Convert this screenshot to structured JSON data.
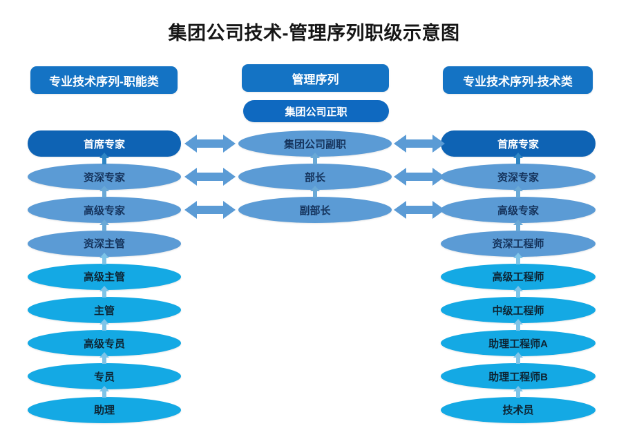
{
  "title": "集团公司技术-管理序列职级示意图",
  "colors": {
    "header_bar": "#1473c4",
    "top_pill": "#0f69c0",
    "node_dark": "#0e63b4",
    "node_mid": "#5b9bd5",
    "node_bright": "#14a9e4",
    "arrow": "#5b9bd5",
    "background": "#ffffff"
  },
  "columns": {
    "left": {
      "header": "专业技术序列-职能类",
      "nodes": [
        {
          "label": "首席专家",
          "shape": "pill",
          "tone": "dark"
        },
        {
          "label": "资深专家",
          "shape": "ellipse",
          "tone": "mid"
        },
        {
          "label": "高级专家",
          "shape": "ellipse",
          "tone": "mid"
        },
        {
          "label": "资深主管",
          "shape": "ellipse",
          "tone": "mid"
        },
        {
          "label": "高级主管",
          "shape": "ellipse",
          "tone": "bright"
        },
        {
          "label": "主管",
          "shape": "ellipse",
          "tone": "bright"
        },
        {
          "label": "高级专员",
          "shape": "ellipse",
          "tone": "bright"
        },
        {
          "label": "专员",
          "shape": "ellipse",
          "tone": "bright"
        },
        {
          "label": "助理",
          "shape": "ellipse",
          "tone": "bright"
        }
      ]
    },
    "center": {
      "header": "管理序列",
      "top_pill": "集团公司正职",
      "nodes": [
        {
          "label": "集团公司副职",
          "shape": "ellipse",
          "tone": "mid"
        },
        {
          "label": "部长",
          "shape": "ellipse",
          "tone": "mid"
        },
        {
          "label": "副部长",
          "shape": "ellipse",
          "tone": "mid"
        }
      ]
    },
    "right": {
      "header": "专业技术序列-技术类",
      "nodes": [
        {
          "label": "首席专家",
          "shape": "pill",
          "tone": "dark"
        },
        {
          "label": "资深专家",
          "shape": "ellipse",
          "tone": "mid"
        },
        {
          "label": "高级专家",
          "shape": "ellipse",
          "tone": "mid"
        },
        {
          "label": "资深工程师",
          "shape": "ellipse",
          "tone": "mid"
        },
        {
          "label": "高级工程师",
          "shape": "ellipse",
          "tone": "bright"
        },
        {
          "label": "中级工程师",
          "shape": "ellipse",
          "tone": "bright"
        },
        {
          "label": "助理工程师A",
          "shape": "ellipse",
          "tone": "bright"
        },
        {
          "label": "助理工程师B",
          "shape": "ellipse",
          "tone": "bright"
        },
        {
          "label": "技术员",
          "shape": "ellipse",
          "tone": "bright"
        }
      ]
    }
  },
  "cross_links": [
    {
      "left_index": 0,
      "center_index": 0,
      "type": "double-arrow"
    },
    {
      "left_index": 1,
      "center_index": 1,
      "type": "double-arrow"
    },
    {
      "left_index": 2,
      "center_index": 2,
      "type": "double-arrow"
    }
  ],
  "chart_data": {
    "type": "diagram",
    "title": "集团公司技术-管理序列职级示意图",
    "diagram_kind": "career-ladder",
    "lanes": [
      "专业技术序列-职能类",
      "管理序列",
      "专业技术序列-技术类"
    ],
    "rank_levels": {
      "专业技术序列-职能类": [
        "首席专家",
        "资深专家",
        "高级专家",
        "资深主管",
        "高级主管",
        "主管",
        "高级专员",
        "专员",
        "助理"
      ],
      "管理序列": [
        "集团公司正职",
        "集团公司副职",
        "部长",
        "副部长"
      ],
      "专业技术序列-技术类": [
        "首席专家",
        "资深专家",
        "高级专家",
        "资深工程师",
        "高级工程师",
        "中级工程师",
        "助理工程师A",
        "助理工程师B",
        "技术员"
      ]
    },
    "equivalences": [
      [
        "首席专家",
        "集团公司副职",
        "首席专家"
      ],
      [
        "资深专家",
        "部长",
        "资深专家"
      ],
      [
        "高级专家",
        "副部长",
        "高级专家"
      ]
    ]
  }
}
